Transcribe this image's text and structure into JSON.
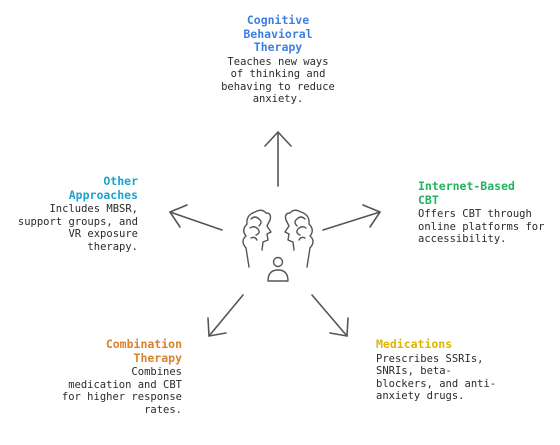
{
  "colors": {
    "cbt": "#3f7fe0",
    "internet": "#22b35e",
    "medications": "#e0b400",
    "combination": "#d9822b",
    "other": "#1aa3d1",
    "stroke": "#555555"
  },
  "icons": {
    "center": "head-profiles-person-icon"
  },
  "nodes": {
    "cbt": {
      "title_lines": [
        "Cognitive",
        "Behavioral",
        "Therapy"
      ],
      "desc_lines": [
        "Teaches new ways",
        "of thinking and",
        "behaving to reduce",
        "anxiety."
      ]
    },
    "internet": {
      "title_lines": [
        "Internet-Based",
        "CBT"
      ],
      "desc_lines": [
        "Offers CBT through",
        "online platforms for",
        "accessibility."
      ]
    },
    "medications": {
      "title_lines": [
        "Medications"
      ],
      "desc_lines": [
        "Prescribes SSRIs,",
        "SNRIs, beta-",
        "blockers, and anti-",
        "anxiety drugs."
      ]
    },
    "combination": {
      "title_lines": [
        "Combination",
        "Therapy"
      ],
      "desc_lines": [
        "Combines",
        "medication and CBT",
        "for higher response",
        "rates."
      ]
    },
    "other": {
      "title_lines": [
        "Other",
        "Approaches"
      ],
      "desc_lines": [
        "Includes MBSR,",
        "support groups, and",
        "VR exposure",
        "therapy."
      ]
    }
  }
}
